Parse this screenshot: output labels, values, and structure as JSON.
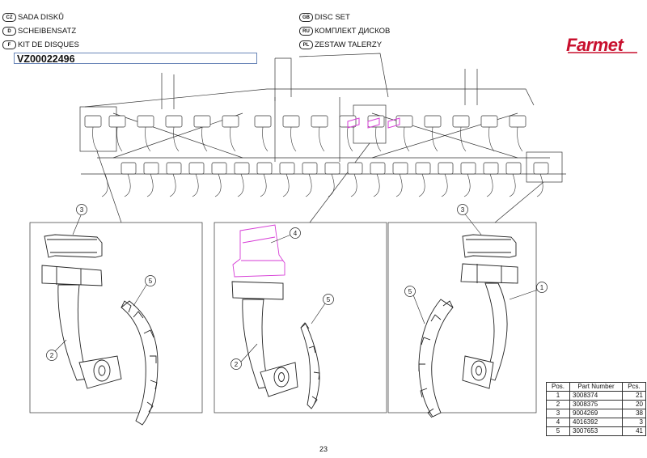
{
  "header": {
    "titles_left": [
      {
        "badge": "CZ",
        "text": "SADA DISKŮ"
      },
      {
        "badge": "D",
        "text": "SCHEIBENSATZ"
      },
      {
        "badge": "F",
        "text": "KIT DE DISQUES"
      }
    ],
    "titles_right": [
      {
        "badge": "GB",
        "text": "DISC SET"
      },
      {
        "badge": "RU",
        "text": "КОМПЛЕКТ ДИСКОВ"
      },
      {
        "badge": "PL",
        "text": "ZESTAW TALERZY"
      }
    ],
    "assembly_code": "VZ00022496",
    "brand": "Farmet"
  },
  "callouts": {
    "left": [
      "3",
      "2",
      "5"
    ],
    "middle": [
      "4",
      "5",
      "2"
    ],
    "right": [
      "3",
      "5",
      "1"
    ]
  },
  "parts_table": {
    "headers": [
      "Pos.",
      "Part Number",
      "Pcs."
    ],
    "rows": [
      {
        "pos": "1",
        "part": "3008374",
        "pcs": "21"
      },
      {
        "pos": "2",
        "part": "3008375",
        "pcs": "20"
      },
      {
        "pos": "3",
        "part": "9004269",
        "pcs": "38"
      },
      {
        "pos": "4",
        "part": "4016392",
        "pcs": "3"
      },
      {
        "pos": "5",
        "part": "3007653",
        "pcs": "41"
      }
    ]
  },
  "colors": {
    "highlight": "#d63bd6",
    "brand": "#c8102e"
  },
  "page_number": "23"
}
